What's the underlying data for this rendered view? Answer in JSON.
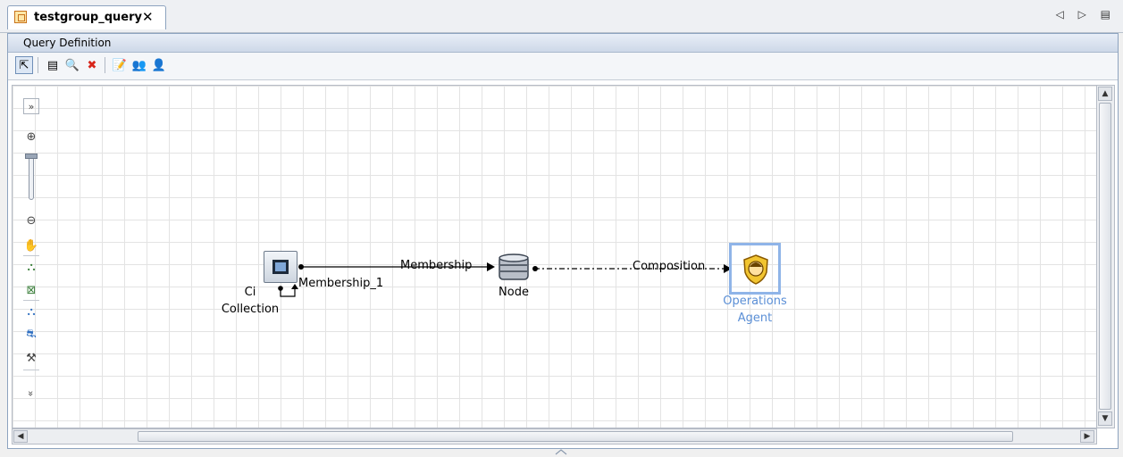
{
  "tab": {
    "title": "testgroup_query",
    "close": "✕",
    "nav": "◁ ▷ ▤"
  },
  "panel": {
    "title": "Query Definition"
  },
  "toolbar": [
    "⇱",
    "▤",
    "🔍",
    "✖",
    "📝",
    "👥",
    "👤"
  ],
  "palette": [
    "»",
    "⊕",
    "⊖",
    "✋",
    "⛬",
    "⊠",
    "⛬",
    "⛐",
    "⚒",
    "»"
  ],
  "nodes": {
    "ci_collection": {
      "label_line1": "Ci",
      "label_line2": "Collection"
    },
    "membership_1": {
      "label": "Membership_1"
    },
    "node": {
      "label": "Node"
    },
    "operations_agent": {
      "label_line1": "Operations",
      "label_line2": "Agent",
      "color": "#5b8fd6"
    }
  },
  "edges": {
    "membership": {
      "label": "Membership"
    },
    "composition": {
      "label": "Composition"
    }
  },
  "scroll": {
    "left_arrow": "◀",
    "right_arrow": "▶",
    "up_arrow": "▲",
    "down_arrow": "▼"
  },
  "colors": {
    "accent": "#8da3bf",
    "selection": "#8fb4e8"
  }
}
